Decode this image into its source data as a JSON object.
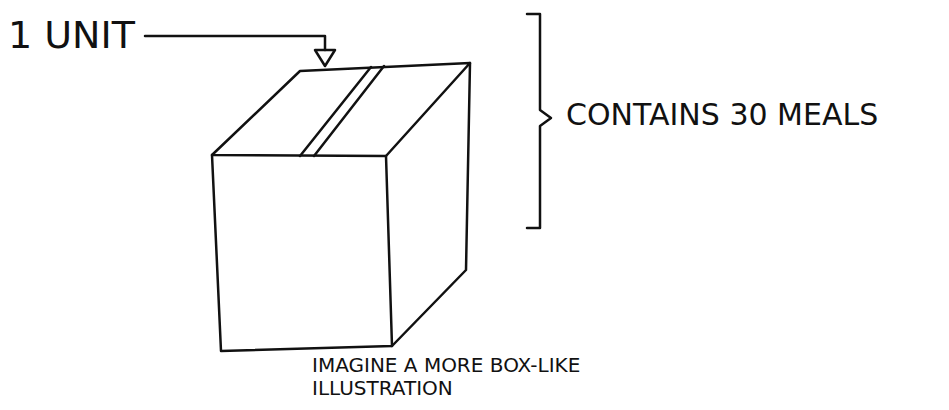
{
  "diagram": {
    "labels": [
      "1 UNIT",
      "CONTAINS 30 MEALS",
      "IMAGINE A MORE BOX-LIKE ILLUSTRATION"
    ]
  }
}
